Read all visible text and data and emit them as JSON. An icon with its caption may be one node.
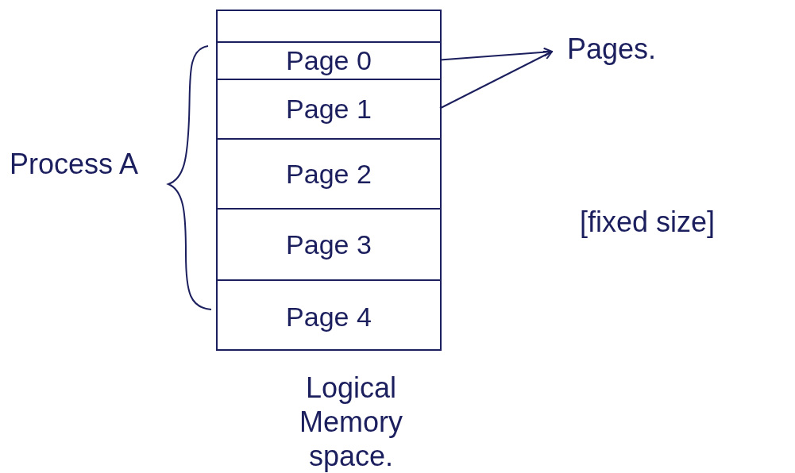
{
  "diagram": {
    "nodes": [
      {
        "text": [],
        "shape": "box",
        "beside": [
          "Logical Memory space."
        ]
      },
      {
        "text": [
          "Page 0"
        ],
        "in": 0
      },
      {
        "text": [
          "Page 1"
        ],
        "in": 0
      },
      {
        "text": [
          "Page 2"
        ],
        "in": 0
      },
      {
        "text": [
          "Page 3"
        ],
        "in": 0
      },
      {
        "text": [
          "Page 4"
        ],
        "in": 0
      },
      {
        "text": [
          "Pages."
        ]
      },
      {
        "text": [
          "Process A"
        ]
      }
    ],
    "edges": [
      {
        "from": 1,
        "to": 6,
        "arrow": "to"
      },
      {
        "from": 2,
        "to": 6,
        "arrow": "to"
      }
    ],
    "labels": [
      "[fixed size]"
    ]
  }
}
